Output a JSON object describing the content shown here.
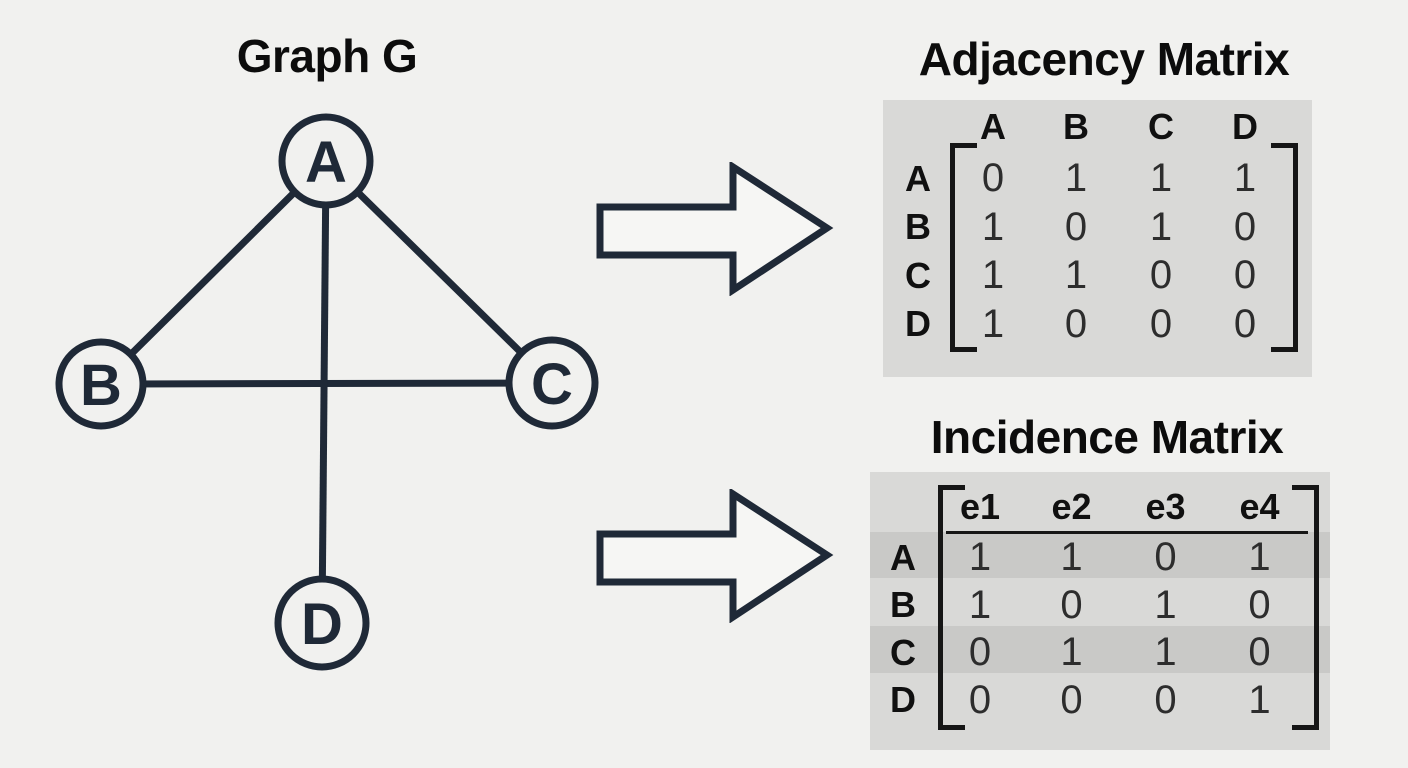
{
  "colors": {
    "background": "#f1f1ef",
    "ink": "#1f2937",
    "panel_gray": "#d9d9d7",
    "stripe_gray": "#c9c9c7",
    "bracket_black": "#161616"
  },
  "graph": {
    "title": "Graph G",
    "nodes": [
      {
        "id": "A",
        "label": "A"
      },
      {
        "id": "B",
        "label": "B"
      },
      {
        "id": "C",
        "label": "C"
      },
      {
        "id": "D",
        "label": "D"
      }
    ],
    "edges": [
      {
        "id": "e1",
        "from": "A",
        "to": "B"
      },
      {
        "id": "e2",
        "from": "A",
        "to": "C"
      },
      {
        "id": "e3",
        "from": "B",
        "to": "C"
      },
      {
        "id": "e4",
        "from": "A",
        "to": "D"
      }
    ]
  },
  "adjacency_matrix": {
    "title": "Adjacency Matrix",
    "col_headers": [
      "A",
      "B",
      "C",
      "D"
    ],
    "rows": [
      {
        "label": "A",
        "values": [
          "0",
          "1",
          "1",
          "1"
        ]
      },
      {
        "label": "B",
        "values": [
          "1",
          "0",
          "1",
          "0"
        ]
      },
      {
        "label": "C",
        "values": [
          "1",
          "1",
          "0",
          "0"
        ]
      },
      {
        "label": "D",
        "values": [
          "1",
          "0",
          "0",
          "0"
        ]
      }
    ]
  },
  "incidence_matrix": {
    "title": "Incidence Matrix",
    "col_headers": [
      "e1",
      "e2",
      "e3",
      "e4"
    ],
    "rows": [
      {
        "label": "A",
        "values": [
          "1",
          "1",
          "0",
          "1"
        ]
      },
      {
        "label": "B",
        "values": [
          "1",
          "0",
          "1",
          "0"
        ]
      },
      {
        "label": "C",
        "values": [
          "0",
          "1",
          "1",
          "0"
        ]
      },
      {
        "label": "D",
        "values": [
          "0",
          "0",
          "0",
          "1"
        ]
      }
    ]
  }
}
